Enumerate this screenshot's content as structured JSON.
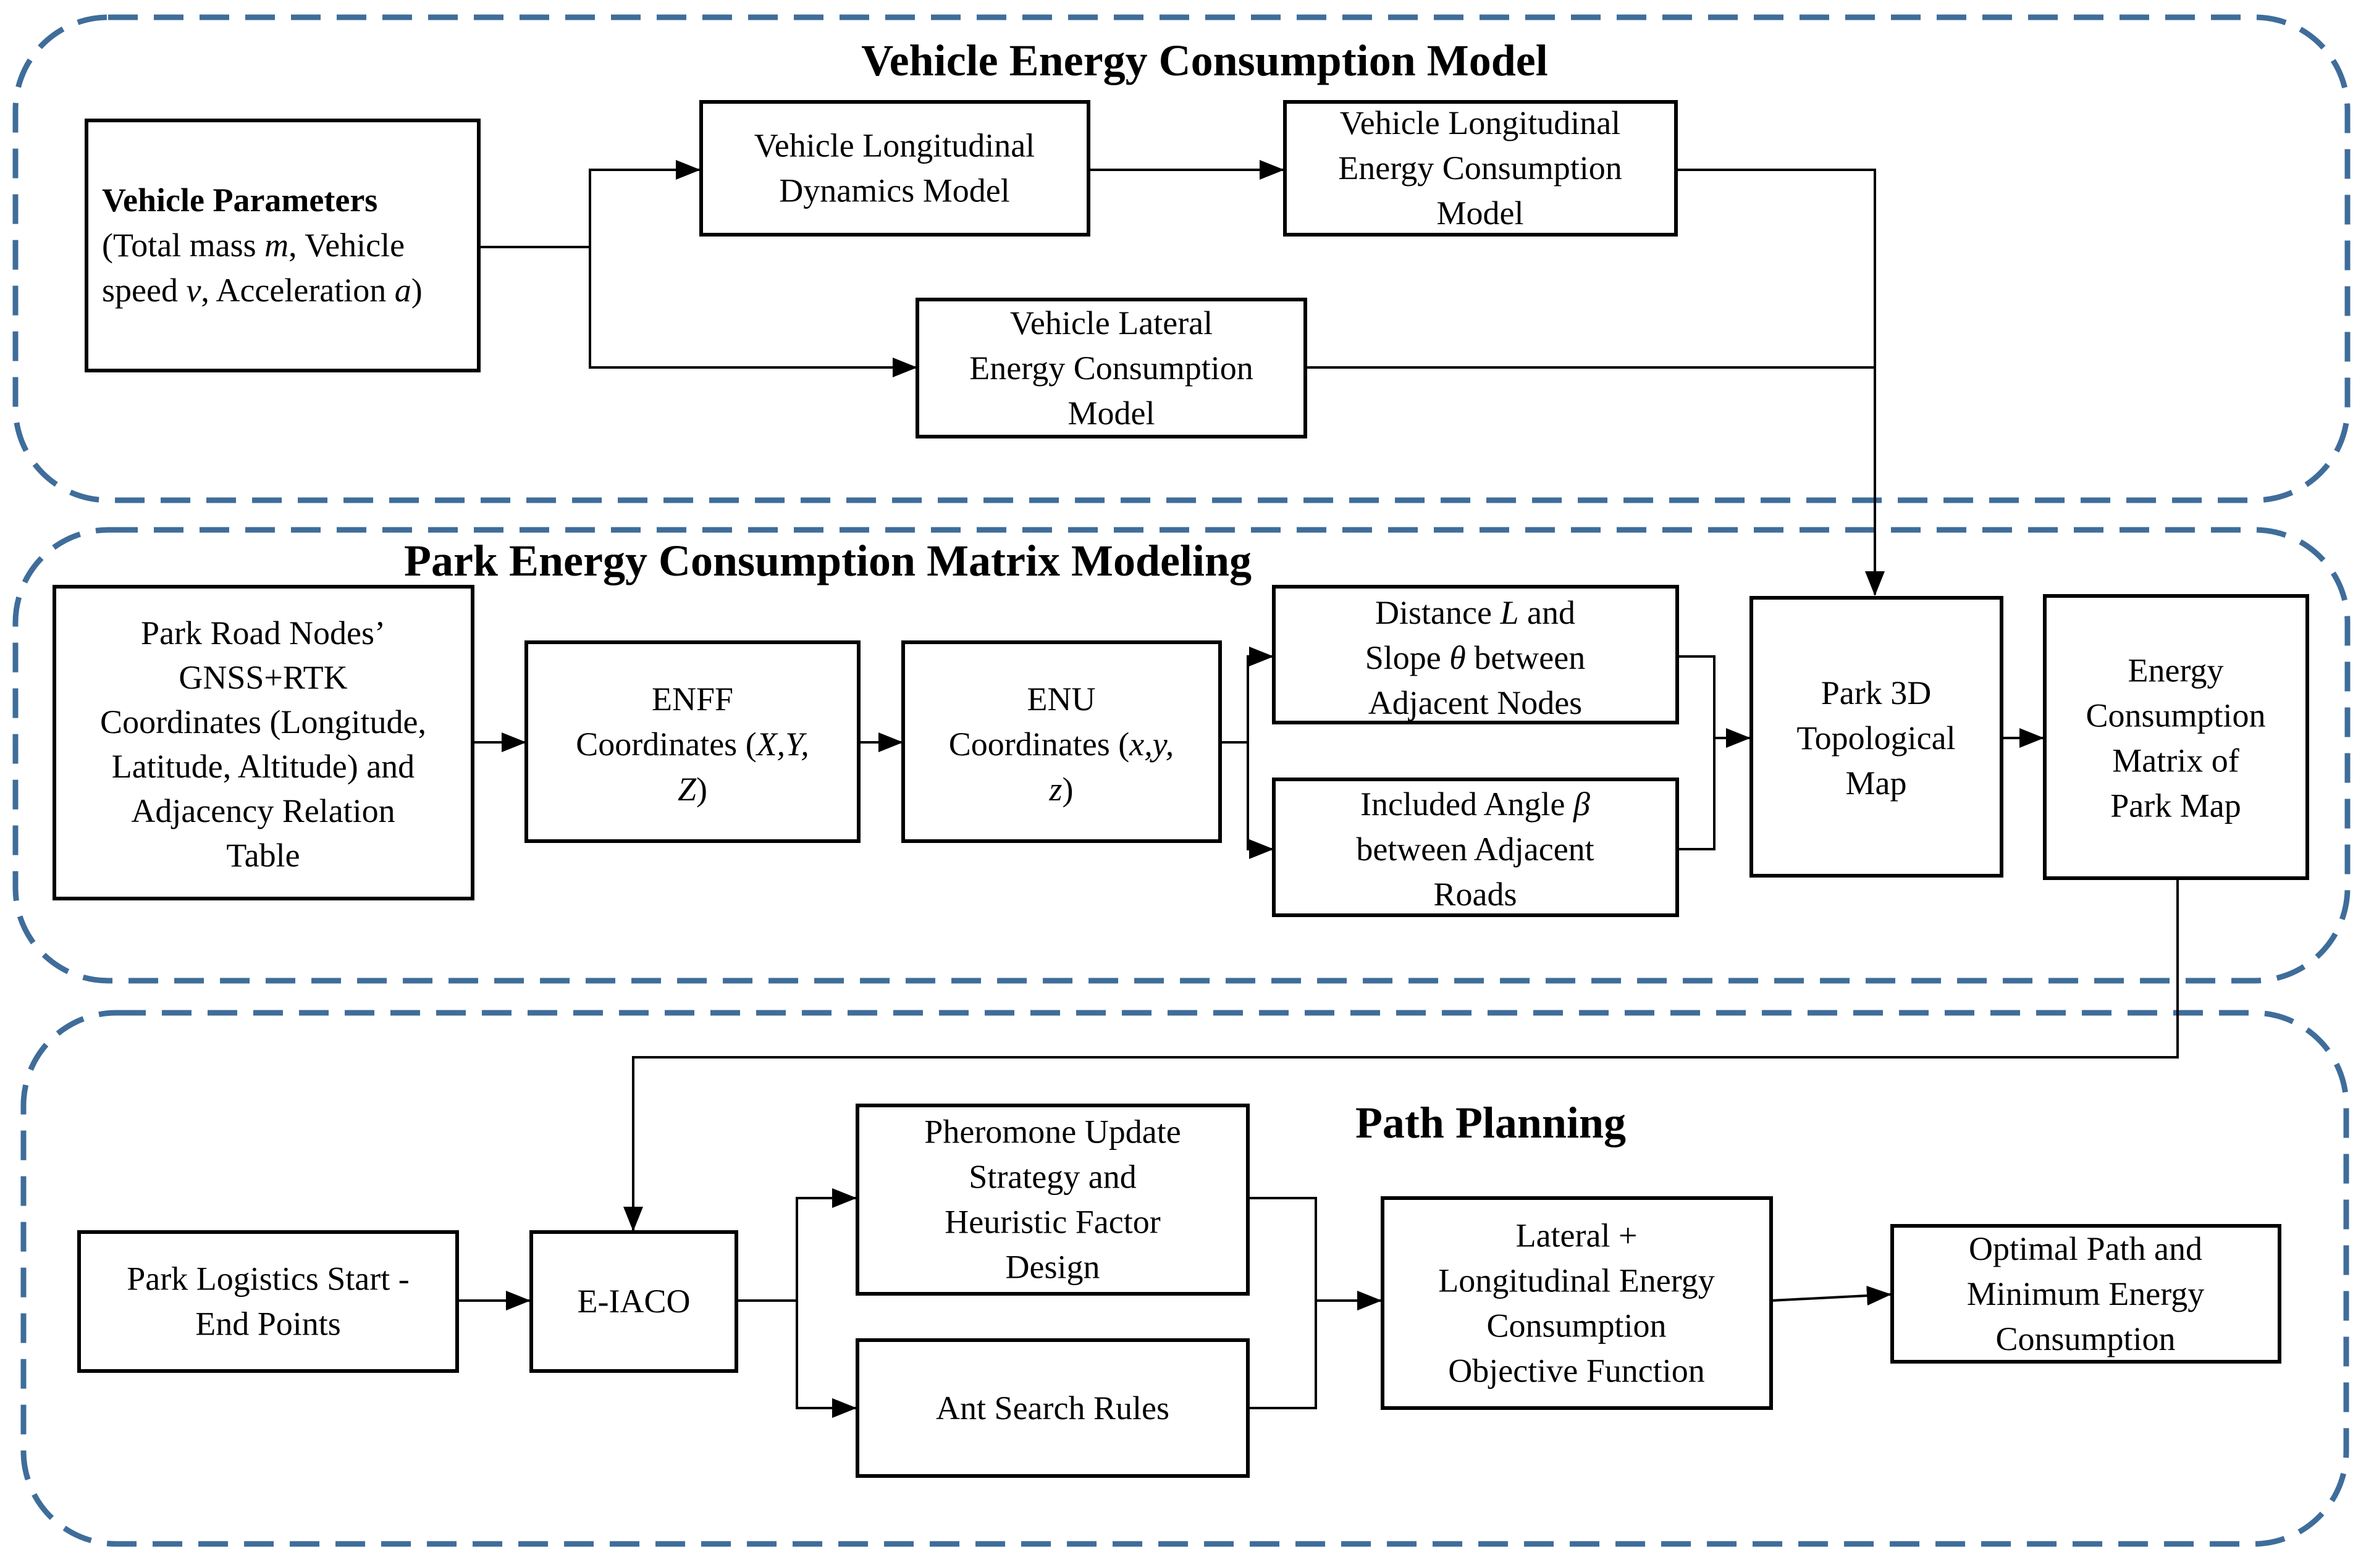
{
  "colors": {
    "frame": "#3f6d9a",
    "line": "#000000",
    "box_fill": "#ffffff"
  },
  "sections": {
    "energy_model": {
      "title": "Vehicle Energy Consumption Model"
    },
    "matrix_modeling": {
      "title": "Park Energy Consumption Matrix Modeling"
    },
    "path_planning": {
      "title": "Path Planning"
    }
  },
  "nodes": {
    "vehicle_parameters": {
      "heading": "Vehicle Parameters",
      "line2": [
        {
          "t": "(Total mass "
        },
        {
          "t": "m",
          "i": true
        },
        {
          "t": ", Vehicle"
        }
      ],
      "line3": [
        {
          "t": "speed "
        },
        {
          "t": "v",
          "i": true
        },
        {
          "t": ", Acceleration "
        },
        {
          "t": "a",
          "i": true
        },
        {
          "t": ")"
        }
      ]
    },
    "longitudinal_dynamics": {
      "lines": [
        "Vehicle Longitudinal",
        "Dynamics Model"
      ]
    },
    "longitudinal_energy": {
      "lines": [
        "Vehicle Longitudinal",
        "Energy Consumption",
        "Model"
      ]
    },
    "lateral_energy": {
      "lines": [
        "Vehicle Lateral",
        "Energy Consumption",
        "Model"
      ]
    },
    "park_road_nodes": {
      "lines": [
        "Park Road Nodes’",
        "GNSS+RTK",
        "Coordinates (Longitude,",
        "Latitude, Altitude) and",
        "Adjacency Relation",
        "Table"
      ]
    },
    "enff": {
      "line1": "ENFF",
      "line2": [
        {
          "t": "Coordinates ("
        },
        {
          "t": "X,Y,",
          "i": true
        }
      ],
      "line3": [
        {
          "t": "Z",
          "i": true
        },
        {
          "t": ")"
        }
      ]
    },
    "enu": {
      "line1": "ENU",
      "line2": [
        {
          "t": "Coordinates ("
        },
        {
          "t": "x,y,",
          "i": true
        }
      ],
      "line3": [
        {
          "t": "z",
          "i": true
        },
        {
          "t": ")"
        }
      ]
    },
    "distance_slope": {
      "line1": [
        {
          "t": "Distance "
        },
        {
          "t": "L",
          "i": true
        },
        {
          "t": " and"
        }
      ],
      "line2": [
        {
          "t": "Slope "
        },
        {
          "t": "θ",
          "i": true
        },
        {
          "t": " between"
        }
      ],
      "line3": "Adjacent Nodes"
    },
    "included_angle": {
      "line1": [
        {
          "t": "Included Angle "
        },
        {
          "t": "β",
          "i": true
        }
      ],
      "line2": "between Adjacent",
      "line3": "Roads"
    },
    "park_3d_map": {
      "lines": [
        "Park 3D",
        "Topological",
        "Map"
      ]
    },
    "energy_matrix": {
      "lines": [
        "Energy",
        "Consumption",
        "Matrix of",
        "Park Map"
      ]
    },
    "start_end": {
      "lines": [
        "Park Logistics Start -",
        "End Points"
      ]
    },
    "eiaco": {
      "lines": [
        "E-IACO"
      ]
    },
    "pheromone": {
      "lines": [
        "Pheromone Update",
        "Strategy and",
        "Heuristic Factor",
        "Design"
      ]
    },
    "ant_search": {
      "lines": [
        "Ant Search Rules"
      ]
    },
    "objective_function": {
      "lines": [
        "Lateral +",
        "Longitudinal Energy",
        "Consumption",
        "Objective Function"
      ]
    },
    "optimal_path": {
      "lines": [
        "Optimal Path and",
        "Minimum Energy",
        "Consumption"
      ]
    }
  }
}
